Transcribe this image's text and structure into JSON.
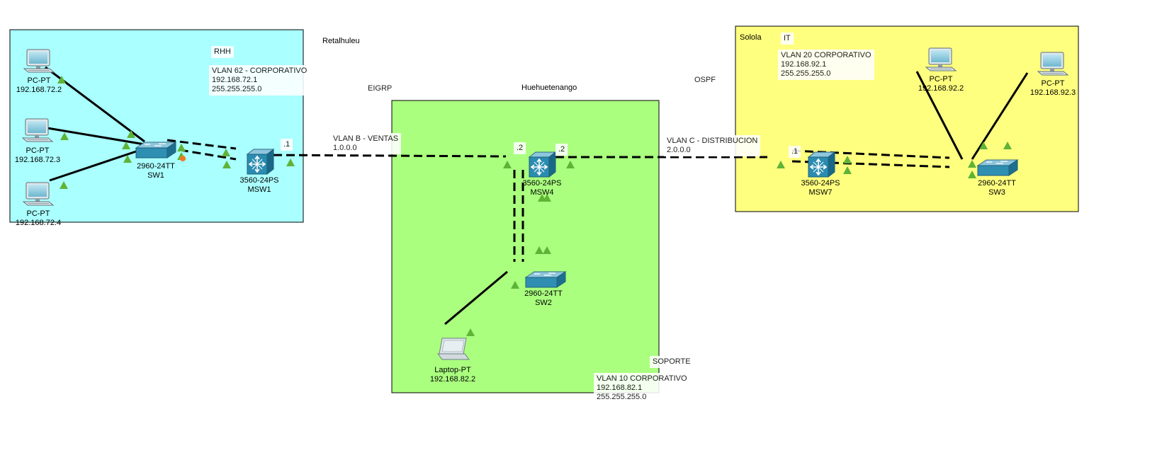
{
  "areas": {
    "retalhuleu": "Retalhuleu",
    "huehuetenango": "Huehuetenango",
    "solola": "Solola"
  },
  "protocols": {
    "eigrp": "EIGRP",
    "ospf": "OSPF"
  },
  "departments": {
    "rhh": "RHH",
    "it": "IT",
    "soporte": "SOPORTE"
  },
  "vlan_notes": {
    "vlan62": {
      "title": "VLAN 62 - CORPORATIVO",
      "ip": "192.168.72.1",
      "mask": "255.255.255.0"
    },
    "vlan20": {
      "title": "VLAN 20 CORPORATIVO",
      "ip": "192.168.92.1",
      "mask": "255.255.255.0"
    },
    "vlan10": {
      "title": "VLAN 10 CORPORATIVO",
      "ip": "192.168.82.1",
      "mask": "255.255.255.0"
    },
    "vlanb": {
      "title": "VLAN B - VENTAS",
      "net": "1.0.0.0"
    },
    "vlanc": {
      "title": "VLAN C - DISTRIBUCION",
      "net": "2.0.0.0"
    }
  },
  "iface_labels": {
    "msw1": ".1",
    "msw4_left": ".2",
    "msw4_right": ".2",
    "msw7": ".1"
  },
  "devices": {
    "pc1": {
      "model": "PC-PT",
      "ip": "192.168.72.2"
    },
    "pc2": {
      "model": "PC-PT",
      "ip": "192.168.72.3"
    },
    "pc3": {
      "model": "PC-PT",
      "ip": "192.168.72.4"
    },
    "pc4": {
      "model": "PC-PT",
      "ip": "192.168.92.2"
    },
    "pc5": {
      "model": "PC-PT",
      "ip": "192.168.92.3"
    },
    "laptop": {
      "model": "Laptop-PT",
      "ip": "192.168.82.2"
    },
    "sw1": {
      "model": "2960-24TT",
      "name": "SW1"
    },
    "sw2": {
      "model": "2960-24TT",
      "name": "SW2"
    },
    "sw3": {
      "model": "2960-24TT",
      "name": "SW3"
    },
    "msw1": {
      "model": "3560-24PS",
      "name": "MSW1"
    },
    "msw4": {
      "model": "3560-24PS",
      "name": "MSW4"
    },
    "msw7": {
      "model": "3560-24PS",
      "name": "MSW7"
    }
  },
  "colors": {
    "area_cyan": "#aaffff",
    "area_green": "#aaff7f",
    "area_yellow": "#ffff7f",
    "link_up": "#5fb336",
    "link_blocked": "#f07820"
  }
}
